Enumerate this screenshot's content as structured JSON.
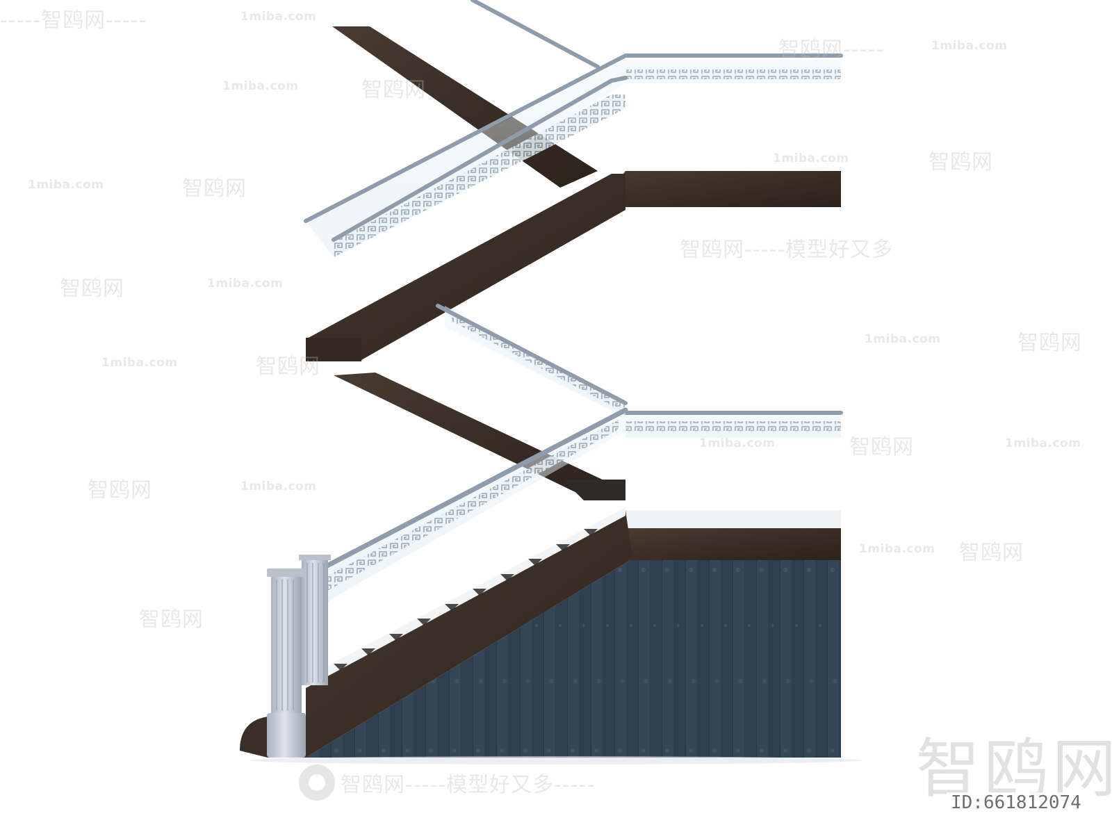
{
  "watermarks": {
    "brand": "智鸥网",
    "site": "1miba.com",
    "slogan": "模型好又多",
    "dashes": "-----"
  },
  "image_id_label": "ID:661812074",
  "colors": {
    "wood": "#3d3128",
    "wood_edge": "#2a211b",
    "stone": "#2e3d4c",
    "stone_dark": "#22303e",
    "glass": "#dbeaf3",
    "rail": "#9aa8b6",
    "column": "#c3cad5",
    "background": "#ffffff"
  }
}
